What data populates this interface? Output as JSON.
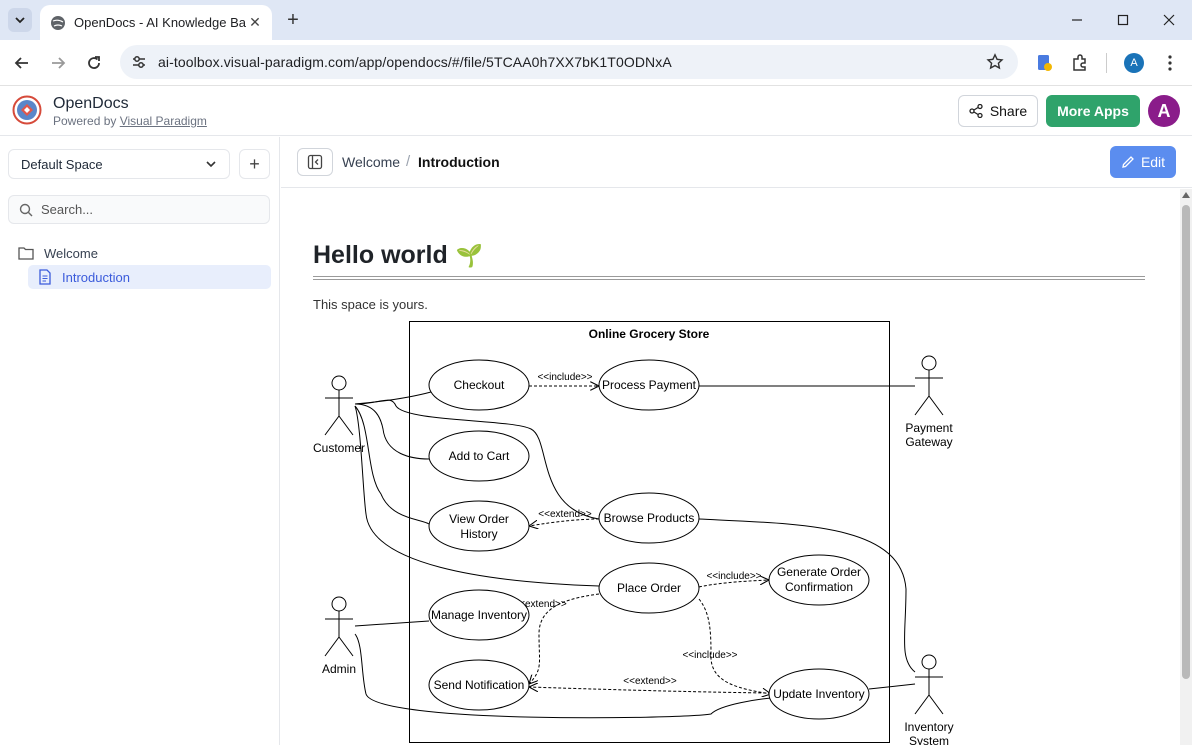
{
  "browser": {
    "tab_title": "OpenDocs - AI Knowledge Base",
    "url": "ai-toolbox.visual-paradigm.com/app/opendocs/#/file/5TCAA0h7XX7bK1T0ODNxA",
    "profile_initial": "A"
  },
  "header": {
    "app_name": "OpenDocs",
    "powered_prefix": "Powered by",
    "powered_link": "Visual Paradigm",
    "share_label": "Share",
    "more_apps_label": "More Apps",
    "avatar_initial": "A"
  },
  "sidebar": {
    "space_name": "Default Space",
    "add_label": "+",
    "search_placeholder": "Search...",
    "tree": [
      {
        "label": "Welcome"
      },
      {
        "label": "Introduction"
      }
    ]
  },
  "breadcrumb": {
    "parent": "Welcome",
    "separator": "/",
    "current": "Introduction"
  },
  "edit_label": "Edit",
  "document": {
    "title": "Hello world",
    "title_emoji": "🌱",
    "text": "This space is yours."
  },
  "diagram": {
    "system_name": "Online Grocery Store",
    "actors": {
      "customer": "Customer",
      "admin": "Admin",
      "payment_gateway": [
        "Payment",
        "Gateway"
      ],
      "inventory_system": [
        "Inventory",
        "System"
      ]
    },
    "use_cases": {
      "checkout": "Checkout",
      "process_payment": "Process Payment",
      "add_to_cart": "Add to Cart",
      "view_order_history": [
        "View Order",
        "History"
      ],
      "browse_products": "Browse Products",
      "place_order": "Place Order",
      "generate_confirmation": [
        "Generate Order",
        "Confirmation"
      ],
      "manage_inventory": "Manage Inventory",
      "send_notification": "Send Notification",
      "update_inventory": "Update Inventory"
    },
    "relations": {
      "include": "<<include>>",
      "extend": "<<extend>>"
    }
  }
}
